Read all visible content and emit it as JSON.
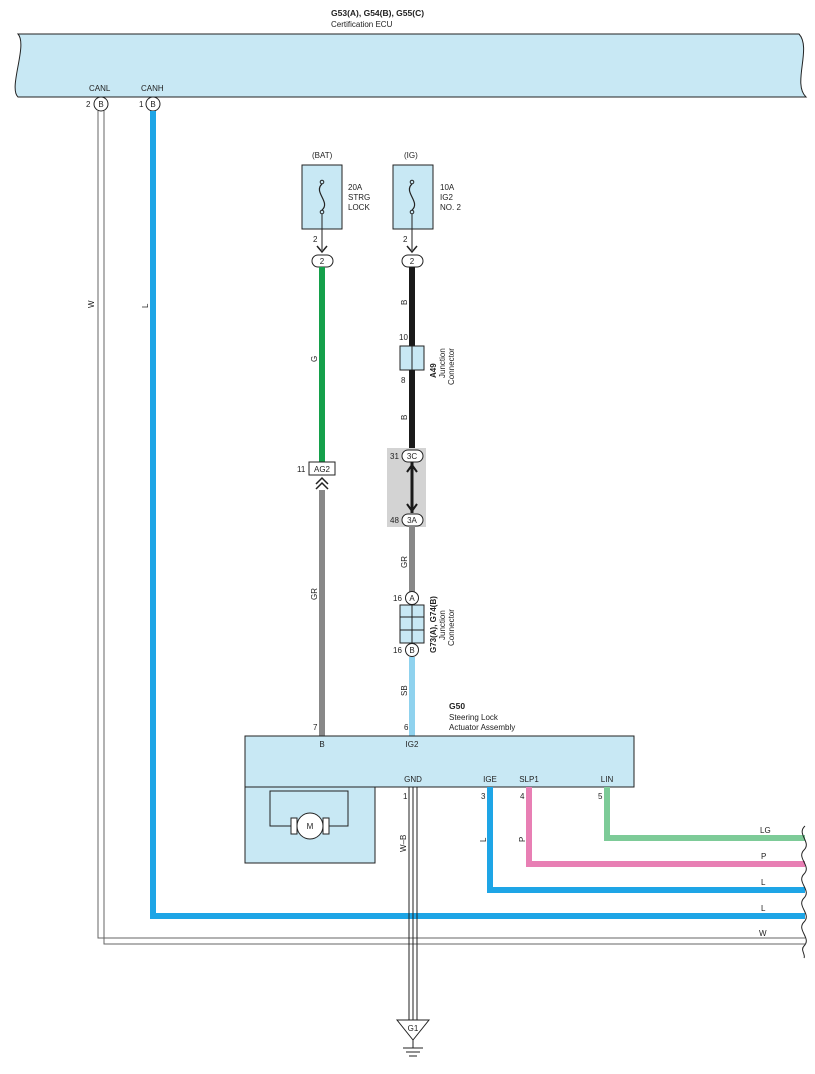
{
  "colors": {
    "panel": "#c8e8f4",
    "panel_stroke": "#222222",
    "wire_L": "#1ea5e6",
    "wire_SB": "#8fd2ee",
    "wire_G": "#14a04a",
    "wire_GR": "#888888",
    "wire_B": "#1a1a1a",
    "wire_W": "#ffffff",
    "wire_LG": "#7dcb98",
    "wire_P": "#e87fb4",
    "shade": "#d3d3d3"
  },
  "ecu": {
    "title": "G53(A), G54(B), G55(C)",
    "name": "Certification ECU",
    "canl": {
      "label": "CANL",
      "pin": "2",
      "connector": "B"
    },
    "canh": {
      "label": "CANH",
      "pin": "1",
      "connector": "B"
    }
  },
  "fuses": [
    {
      "source": "(BAT)",
      "line1": "20A",
      "line2": "STRG",
      "line3": "LOCK",
      "pin": "2",
      "conn": "2"
    },
    {
      "source": "(IG)",
      "line1": "10A",
      "line2": "IG2",
      "line3": "NO. 2",
      "pin": "2",
      "conn": "2"
    }
  ],
  "wires": {
    "canl": "W",
    "canh": "L",
    "bat_upper": "G",
    "bat_lower": "GR",
    "ig_upper": "B",
    "ig_mid": "B",
    "ig_gr": "GR",
    "ig_sb": "SB",
    "gnd": "W–B",
    "ige": "L",
    "slp1": "P"
  },
  "a49": {
    "code": "A49",
    "name1": "Junction",
    "name2": "Connector",
    "pin_top": "10",
    "pin_bottom": "8"
  },
  "ag2": {
    "pin": "11",
    "label": "AG2"
  },
  "inline_conn": {
    "top_pin": "31",
    "top_label": "3C",
    "bottom_pin": "48",
    "bottom_label": "3A"
  },
  "g73": {
    "code": "G73(A), G74(B)",
    "name1": "Junction",
    "name2": "Connector",
    "top_pin": "16",
    "top_label": "A",
    "bottom_pin": "16",
    "bottom_label": "B"
  },
  "g50": {
    "code": "G50",
    "name1": "Steering Lock",
    "name2": "Actuator Assembly",
    "pin_b": {
      "num": "7",
      "label": "B"
    },
    "pin_ig2": {
      "num": "6",
      "label": "IG2"
    },
    "pin_gnd": {
      "num": "1",
      "label": "GND"
    },
    "pin_ige": {
      "num": "3",
      "label": "IGE"
    },
    "pin_slp1": {
      "num": "4",
      "label": "SLP1"
    },
    "pin_lin": {
      "num": "5",
      "label": "LIN"
    },
    "motor": "M"
  },
  "ground": "G1",
  "right_labels": [
    "LG",
    "P",
    "L",
    "L",
    "W"
  ]
}
